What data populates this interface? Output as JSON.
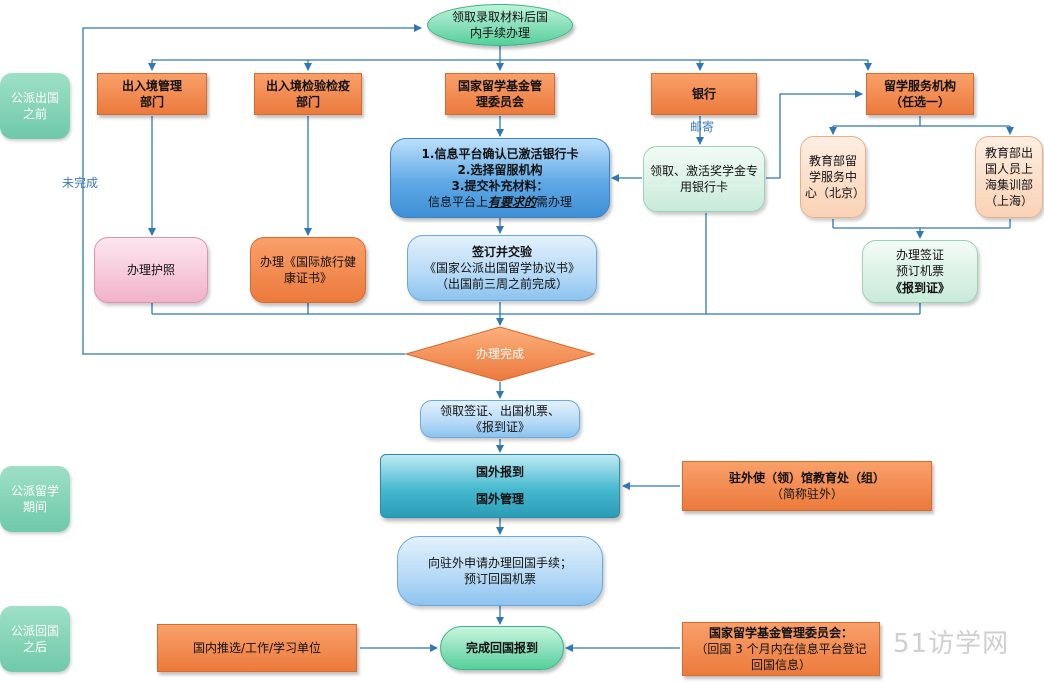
{
  "phases": {
    "before": "公派出国之前",
    "during": "公派留学期间",
    "after": "公派回国之后"
  },
  "start": "领取录取材料后国内手续办理",
  "offices": {
    "exit_entry": "出入境管理部门",
    "quarantine": "出入境检验检疫部门",
    "csc": "国家留学基金管理委员会",
    "bank": "银行",
    "service": "留学服务机构（任选一）"
  },
  "edge_labels": {
    "mail": "邮寄",
    "incomplete": "未完成"
  },
  "csc_steps": {
    "line1": "1.信息平台确认已激活银行卡",
    "line2": "2.选择留服机构",
    "line3": "3.提交补充材料：",
    "line4_prefix": "信息平台上",
    "line4_emph": "有要求的",
    "line4_suffix": "需办理"
  },
  "bank_card": "领取、激活奖学金专用银行卡",
  "service_centers": {
    "beijing": "教育部留学服务中心（北京）",
    "shanghai": "教育部出国人员上海集训部（上海）"
  },
  "passport": "办理护照",
  "health_cert": "办理《国际旅行健康证书》",
  "agreement": {
    "line1": "签订并交验",
    "line2": "《国家公派出国留学协议书》",
    "line3": "（出国前三周之前完成）"
  },
  "visa_ticket": {
    "line1": "办理签证",
    "line2": "预订机票",
    "line3": "《报到证》"
  },
  "decision": "办理完成",
  "collect": {
    "line1": "领取签证、出国机票、",
    "line2": "《报到证》"
  },
  "abroad": {
    "report": "国外报到",
    "manage": "国外管理"
  },
  "embassy": {
    "line1": "驻外使（领）馆教育处（组）",
    "line2": "（简称驻外）"
  },
  "return_apply": {
    "line1": "向驻外申请办理回国手续；",
    "line2": "预订回国机票"
  },
  "domestic_unit": "国内推选/工作/学习单位",
  "return_report": "完成回国报到",
  "csc_return": {
    "line1": "国家留学基金管理委员会：",
    "line2": "（回国 3 个月内在信息平台登记",
    "line3": "回国信息）"
  },
  "watermark": "51访学网",
  "colors": {
    "orange": "#ec7a3c",
    "blue": "#3f8fd6",
    "phase_green": "#6fc9aa",
    "arrow": "#2f78b5"
  }
}
